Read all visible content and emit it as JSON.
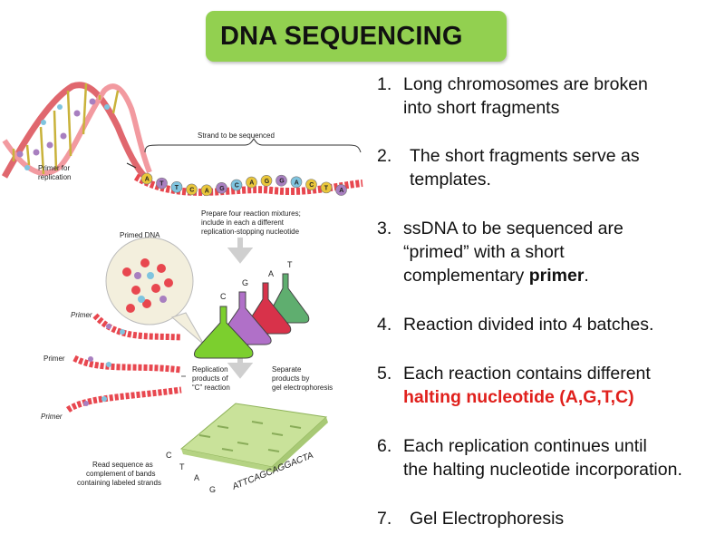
{
  "title": "DNA SEQUENCING",
  "steps": [
    {
      "num": "1.",
      "lines": [
        "Long chromosomes are broken",
        "into short fragments"
      ]
    },
    {
      "num": "2.",
      "lines": [
        "The short fragments serve as",
        "templates."
      ]
    },
    {
      "num": "3.",
      "lines": [
        "ssDNA to be sequenced are",
        "“primed” with a short",
        "complementary "
      ],
      "bold": "primer",
      "tail": "."
    },
    {
      "num": "4.",
      "lines": [
        "Reaction divided into 4 batches."
      ]
    },
    {
      "num": "5.",
      "lines": [
        "Each reaction contains different"
      ],
      "red": "halting nucleotide (A,G,T,C)"
    },
    {
      "num": "6.",
      "lines": [
        "Each replication continues until",
        "the halting nucleotide incorporation."
      ]
    },
    {
      "num": "7.",
      "lines": [
        "Gel Electrophoresis"
      ]
    }
  ],
  "diagram": {
    "strand_label": "Strand to be sequenced",
    "primer_for_replication": [
      "Primer for",
      "replication"
    ],
    "template_bases": [
      "A",
      "T",
      "T",
      "C",
      "A",
      "G",
      "C",
      "A",
      "G",
      "G",
      "A",
      "C",
      "T",
      "A"
    ],
    "prepare_text": [
      "Prepare four reaction mixtures;",
      "include in each a different",
      "replication-stopping nucleotide"
    ],
    "primed_dna": "Primed DNA",
    "flask_labels": [
      "C",
      "G",
      "A",
      "T"
    ],
    "primer_label": "Primer",
    "replication_products": [
      "Replication",
      "products of",
      "“C” reaction"
    ],
    "separate_products": [
      "Separate",
      "products by",
      "gel electrophoresis"
    ],
    "read_sequence": [
      "Read sequence as",
      "complement of bands",
      "containing labeled strands"
    ],
    "gel_lanes": [
      "C",
      "T",
      "A",
      "G"
    ],
    "gel_sequence": "ATTCAGCAGGACTA",
    "colors": {
      "title_bg": "#92d050",
      "red_text": "#e0201c",
      "dna_red": "#e8474f",
      "flask_c": "#7ccf2e",
      "flask_g": "#b070c8",
      "flask_a": "#d8324a",
      "flask_t": "#4faa6a"
    }
  }
}
